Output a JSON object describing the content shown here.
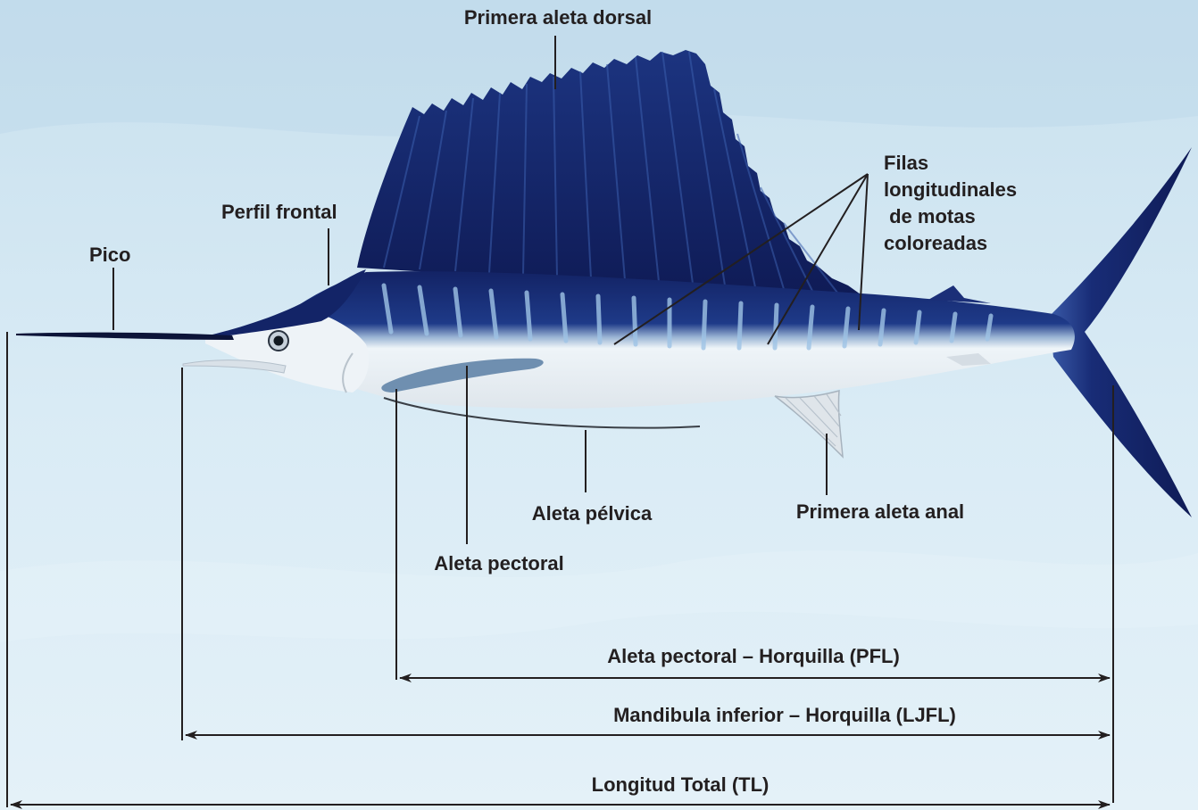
{
  "labels": {
    "primera_aleta_dorsal": "Primera aleta dorsal",
    "perfil_frontal": "Perfil frontal",
    "pico": "Pico",
    "filas": [
      "Filas",
      "longitudinales",
      " de motas",
      "coloreadas"
    ],
    "aleta_pelvica": "Aleta pélvica",
    "primera_aleta_anal": "Primera aleta anal",
    "aleta_pectoral": "Aleta pectoral"
  },
  "measurements": {
    "pfl": "Aleta pectoral – Horquilla (PFL)",
    "ljfl": "Mandibula inferior – Horquilla (LJFL)",
    "tl": "Longitud Total (TL)"
  },
  "colors": {
    "background_top": "#c4dded",
    "background_bottom": "#e8f3f9",
    "fin_dark": "#101e5c",
    "fin_mid": "#1f3c8c",
    "body_light": "#f2f6f9",
    "pectoral_fin": "#6f8fb0",
    "leader_line": "#231f20"
  }
}
